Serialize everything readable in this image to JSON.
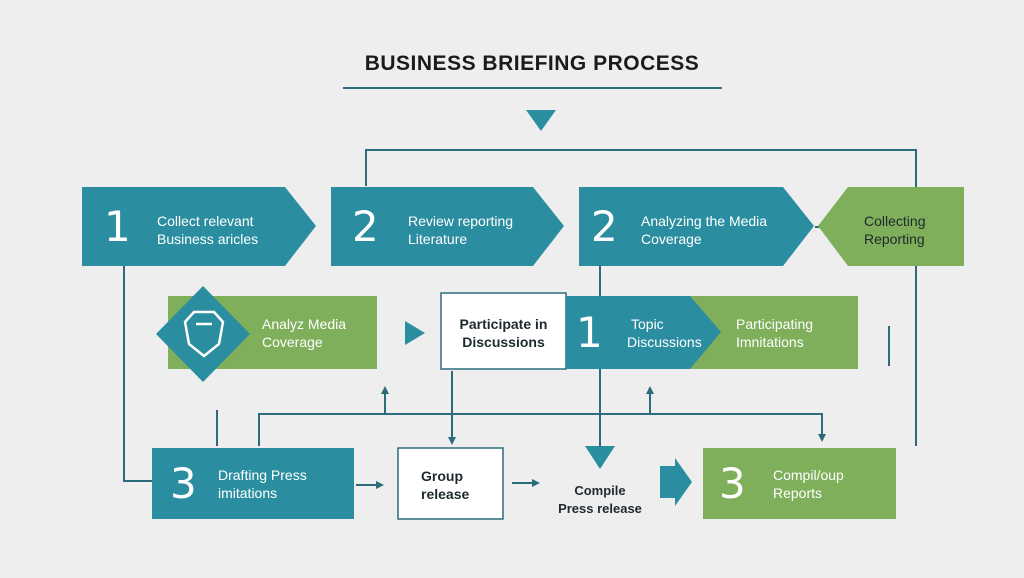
{
  "title": "BUSINESS BRIEFING PROCESS",
  "colors": {
    "teal": "#2a8ea0",
    "green": "#7faf5a",
    "line": "#2c6b7c",
    "background": "#eeeeee"
  },
  "steps": {
    "collect": {
      "number": "1",
      "label_1": "Collect relevant",
      "label_2": "Business aricles"
    },
    "review": {
      "number": "2",
      "label_1": "Review reporting",
      "label_2": "Literature"
    },
    "analyzing": {
      "number": "2",
      "label_1": "Analyzing the Media",
      "label_2": "Coverage"
    },
    "collecting": {
      "label_1": "Collecting",
      "label_2": "Reporting"
    },
    "analyz": {
      "label_1": "Analyz Media",
      "label_2": "Coverage"
    },
    "participate": {
      "label_1": "Participate in",
      "label_2": "Discussions"
    },
    "topic": {
      "number": "1",
      "label_1": "Topic",
      "label_2": "Discussions"
    },
    "participating": {
      "label_1": "Participating",
      "label_2": "Imnitations"
    },
    "drafting": {
      "number": "3",
      "label_1": "Drafting Press",
      "label_2": "imitations"
    },
    "group": {
      "label_1": "Group",
      "label_2": "release"
    },
    "compile": {
      "label_1": "Compile",
      "label_2": "Press release"
    },
    "reports": {
      "number": "3",
      "label_1": "Compil/oup",
      "label_2": "Reports"
    }
  }
}
